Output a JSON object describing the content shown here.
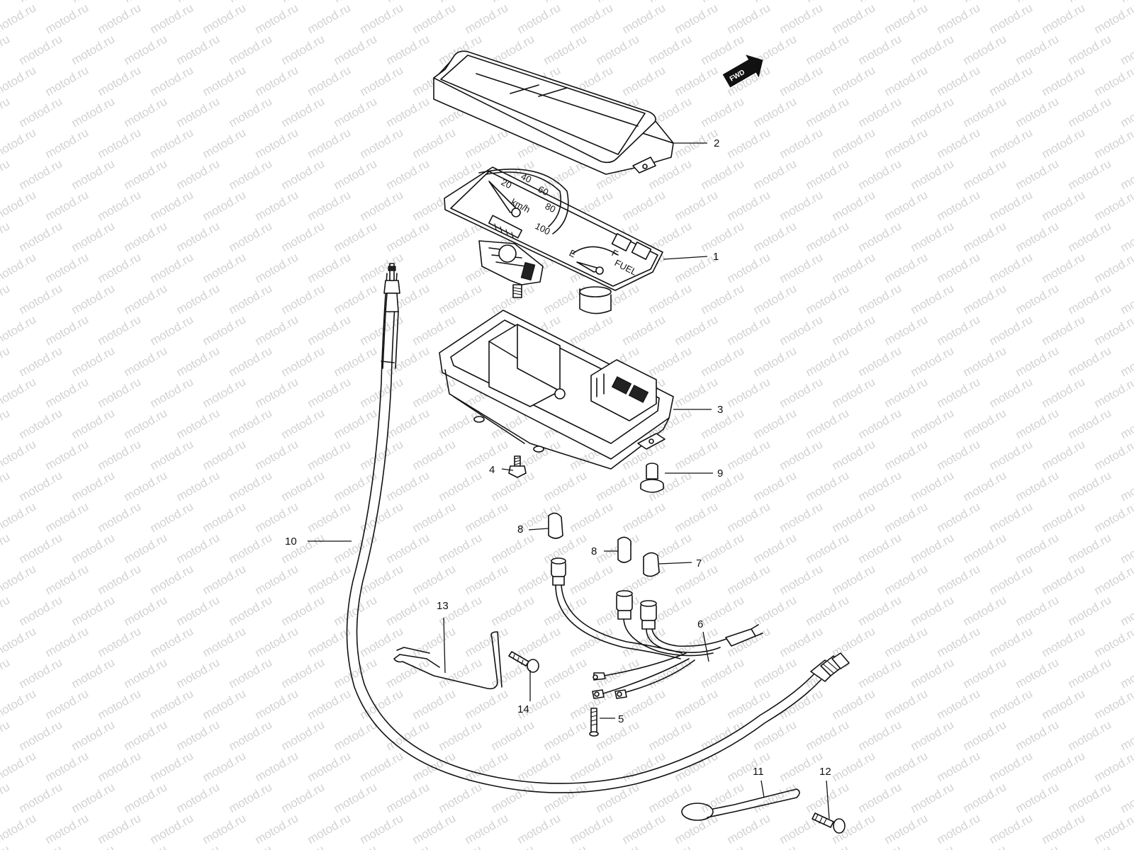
{
  "watermark": "motod.ru",
  "direction_badge": {
    "text": "FWD",
    "icon": "forward-arrow-icon"
  },
  "parts": [
    {
      "ref": "1",
      "name": "speedometer-gauge"
    },
    {
      "ref": "2",
      "name": "meter-cover"
    },
    {
      "ref": "3",
      "name": "meter-case"
    },
    {
      "ref": "4",
      "name": "bolt"
    },
    {
      "ref": "5",
      "name": "screw"
    },
    {
      "ref": "6",
      "name": "bulb-socket-harness"
    },
    {
      "ref": "7",
      "name": "lens-cap"
    },
    {
      "ref": "8",
      "name": "lens-cap"
    },
    {
      "ref": "8",
      "name": "lens-cap"
    },
    {
      "ref": "9",
      "name": "grommet-collar"
    },
    {
      "ref": "10",
      "name": "speedometer-cable"
    },
    {
      "ref": "11",
      "name": "cable-clamp"
    },
    {
      "ref": "12",
      "name": "screw"
    },
    {
      "ref": "13",
      "name": "bracket"
    },
    {
      "ref": "14",
      "name": "screw"
    }
  ],
  "gauge_markings": {
    "speed_scale": [
      "20",
      "40",
      "60",
      "80",
      "100"
    ],
    "unit": "km/h",
    "fuel_empty": "E",
    "fuel_full": "F",
    "fuel_label": "FUEL"
  }
}
